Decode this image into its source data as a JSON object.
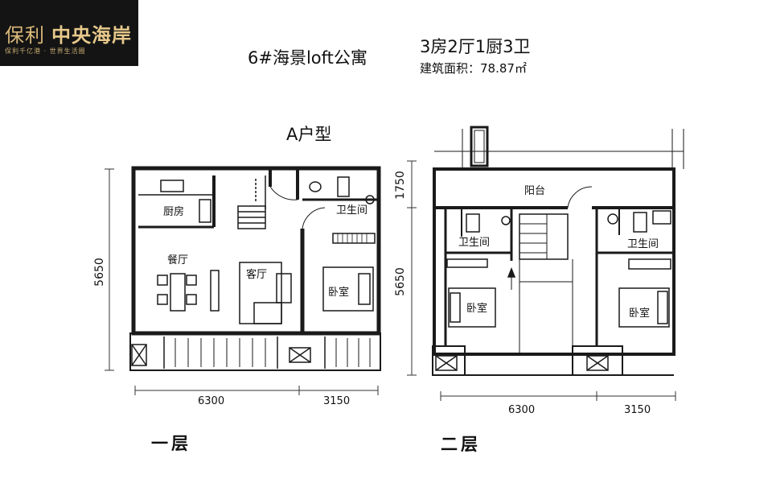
{
  "logo": {
    "brand_1": "保利",
    "brand_2": "中央海岸",
    "slogan": "保利千亿港 · 世界生活圈"
  },
  "header": {
    "title": "6#海景loft公寓",
    "layout": "3房2厅1厨3卫",
    "area": "建筑面积：78.87㎡"
  },
  "unit_type": "A户型",
  "floor1": {
    "label": "一层",
    "rooms": {
      "kitchen": "厨房",
      "dining": "餐厅",
      "living": "客厅",
      "bath": "卫生间",
      "bedroom": "卧室"
    },
    "dims": {
      "width_a": "6300",
      "width_b": "3150",
      "height": "5650"
    }
  },
  "floor2": {
    "label": "二层",
    "rooms": {
      "balcony": "阳台",
      "bath_left": "卫生间",
      "bath_right": "卫生间",
      "bedroom_left": "卧室",
      "bedroom_right": "卧室"
    },
    "dims": {
      "width_a": "6300",
      "width_b": "3150",
      "height_top": "1750",
      "height_main": "5650"
    }
  },
  "colors": {
    "wall": "#1a1a1a",
    "line": "#333333",
    "logo_bg": "#141414",
    "logo_gold": "#d9b979"
  }
}
